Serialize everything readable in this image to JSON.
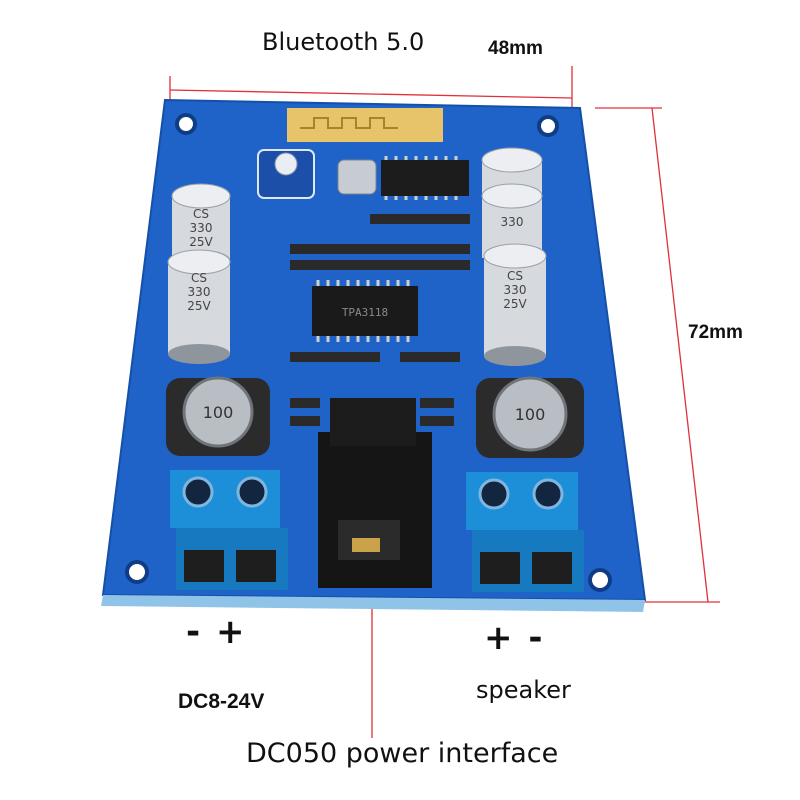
{
  "labels": {
    "bluetooth": "Bluetooth 5.0",
    "width": "48mm",
    "height": "72mm",
    "input_polarity": "- +",
    "speaker_polarity": "+ -",
    "voltage": "DC8-24V",
    "speaker": "speaker",
    "power_interface": "DC050 power interface"
  },
  "board": {
    "capacitor_marking": [
      "CS",
      "330",
      "25V"
    ],
    "inductor_marking": "100",
    "chip_marking": "TPA3118"
  },
  "colors": {
    "pcb": "#1f63c9",
    "pcb_edge": "#1550a8",
    "terminal": "#1d8fd8",
    "dimension_line": "#e0303a"
  }
}
